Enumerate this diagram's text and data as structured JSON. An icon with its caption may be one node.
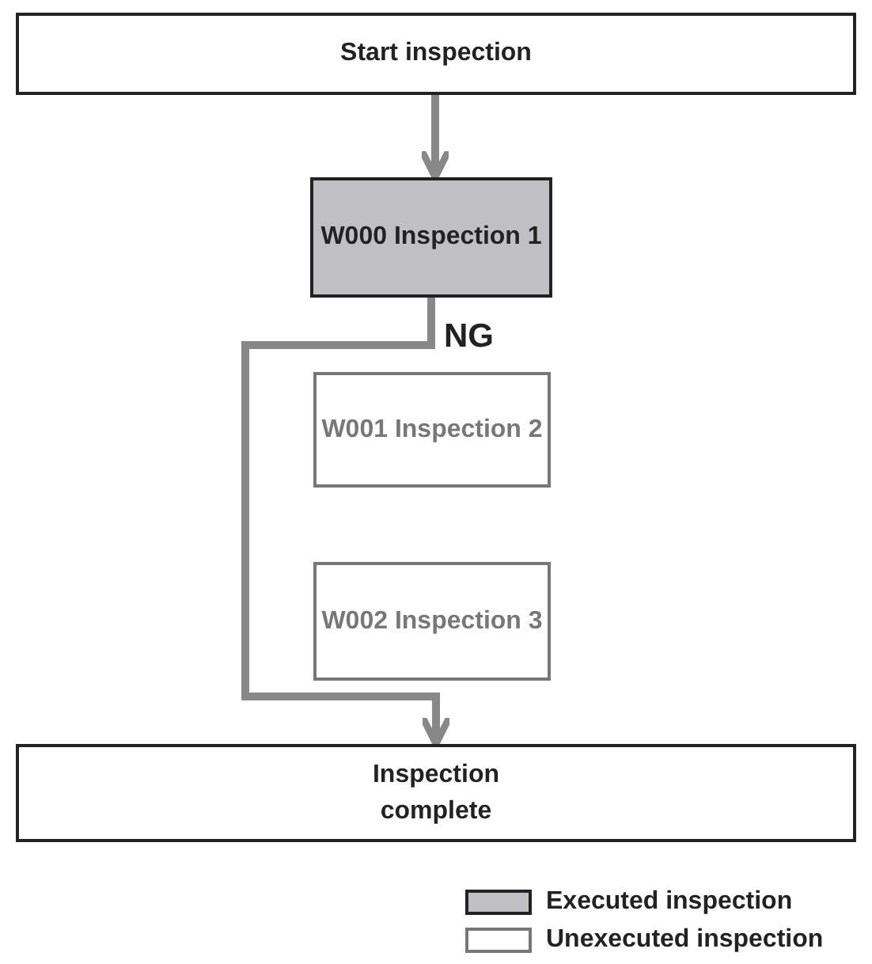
{
  "diagram": {
    "nodes": [
      {
        "text": [
          "Start inspection"
        ]
      },
      {
        "text": [
          "W000 Inspection 1"
        ]
      },
      {
        "text": [
          "W001 Inspection 2"
        ]
      },
      {
        "text": [
          "W002 Inspection 3"
        ]
      },
      {
        "text": [
          "Inspection complete"
        ]
      }
    ],
    "edges": [
      {
        "from": 0,
        "to": 1,
        "arrow": "to"
      },
      {
        "from": 1,
        "to": 4,
        "arrow": "to",
        "label": "NG"
      }
    ],
    "legend": [
      {
        "text": "Executed inspection",
        "color": "#c0c0c4"
      },
      {
        "text": "Unexecuted inspection",
        "color": "#ffffff"
      }
    ]
  }
}
